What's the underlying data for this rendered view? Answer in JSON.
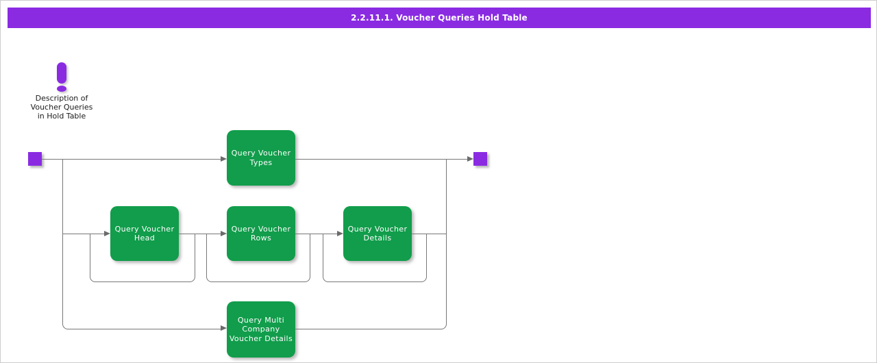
{
  "title_bar": {
    "text": "2.2.11.1. Voucher Queries Hold Table"
  },
  "note": {
    "icon": "exclamation-icon",
    "text": "Description of\nVoucher Queries\nin Hold Table"
  },
  "flow": {
    "activities": [
      {
        "id": "query-voucher-types",
        "label": "Query Voucher\nTypes"
      },
      {
        "id": "query-voucher-head",
        "label": "Query Voucher\nHead"
      },
      {
        "id": "query-voucher-rows",
        "label": "Query Voucher\nRows"
      },
      {
        "id": "query-voucher-details",
        "label": "Query Voucher\nDetails"
      },
      {
        "id": "query-multi-company-voucher-details",
        "label": "Query Multi\nCompany\nVoucher Details"
      }
    ]
  },
  "colors": {
    "title_bg": "#8A2BE2",
    "title_fg": "#FFFFFF",
    "node": "#8A2BE2",
    "activity": "#119D4B",
    "activity_fg": "#FFFFFF",
    "line": "#777777",
    "arrow": "#6B6B6B",
    "note_fg": "#1A1A1A"
  }
}
